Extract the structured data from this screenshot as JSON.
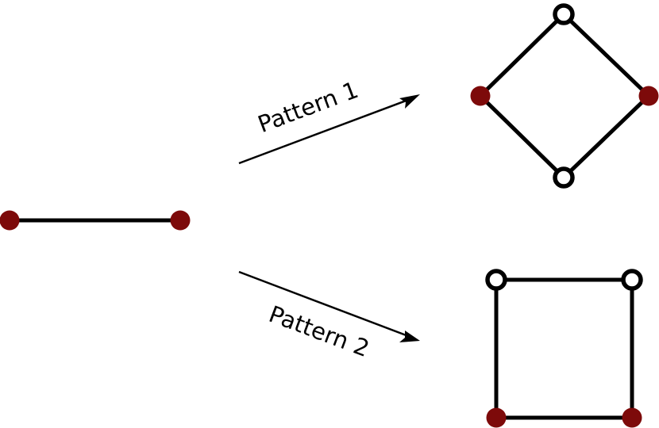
{
  "diagram": {
    "labels": {
      "pattern1": "Pattern 1",
      "pattern2": "Pattern 2"
    },
    "colors": {
      "filled_node": "#7d0a0a",
      "open_node_fill": "#ffffff",
      "stroke": "#000000"
    },
    "source": {
      "nodes": 2,
      "node_style": "filled",
      "edges": 1
    },
    "pattern1_graph": {
      "shape": "diamond",
      "nodes": 4,
      "filled_nodes": [
        "left",
        "right"
      ],
      "open_nodes": [
        "top",
        "bottom"
      ]
    },
    "pattern2_graph": {
      "shape": "square",
      "nodes": 4,
      "filled_nodes": [
        "bottom-left",
        "bottom-right"
      ],
      "open_nodes": [
        "top-left",
        "top-right"
      ]
    }
  }
}
